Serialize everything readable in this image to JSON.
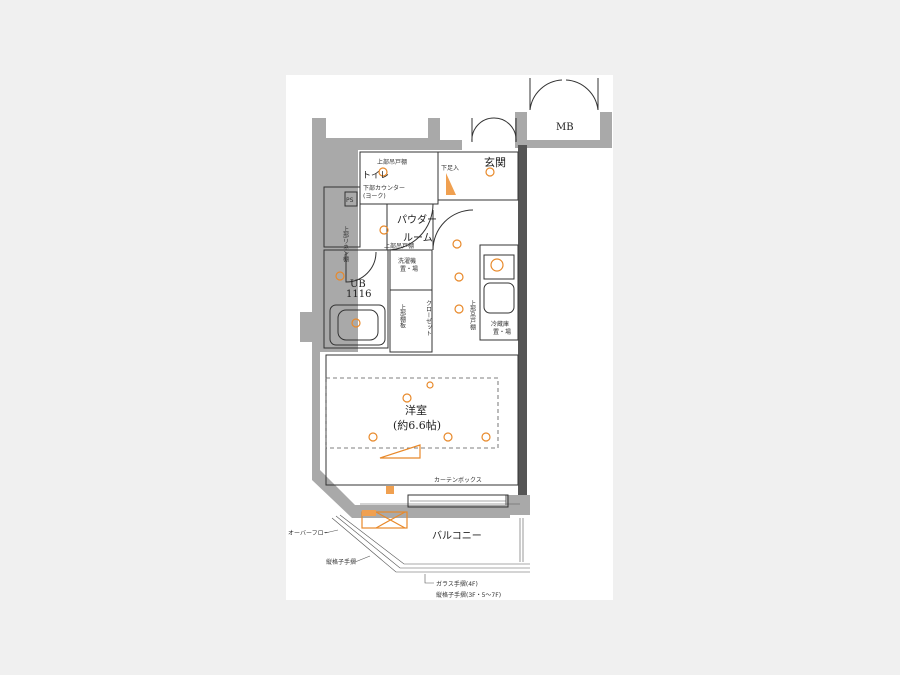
{
  "floor_plan": {
    "rooms": {
      "mb": "MB",
      "entrance": "玄関",
      "shoe_storage": "下足入",
      "toilet": "トイレ",
      "toilet_upper_cabinet": "上部吊戸棚",
      "toilet_lower_counter": "下部カウンター",
      "toilet_lower_counter_note": "(ヨーク)",
      "ps": "PS",
      "linen_shelf": "上部リネン棚",
      "powder_room_1": "パウダー",
      "powder_room_2": "ルーム",
      "powder_upper_cabinet": "上部吊戸棚",
      "washer_1": "洗濯機",
      "washer_2": "置・場",
      "unit_bath_1": "UB",
      "unit_bath_2": "1116",
      "upper_shelf": "上部棚板",
      "closet": "クローゼット",
      "kitchen_upper_cabinet": "上部吊戸棚",
      "fridge_1": "冷蔵庫",
      "fridge_2": "置・場",
      "western_room": "洋室",
      "western_room_size": "(約6.6帖)",
      "curtain_box": "カーテンボックス",
      "balcony": "バルコニー"
    },
    "annotations": {
      "overflow": "オーバーフロー",
      "vertical_railing": "縦格子手摺",
      "glass_railing": "ガラス手摺(4F)",
      "vertical_railing_floors": "縦格子手摺(3F・5〜7F)"
    },
    "colors": {
      "wall": "#a9a9a9",
      "equipment": "#e8892a"
    }
  }
}
